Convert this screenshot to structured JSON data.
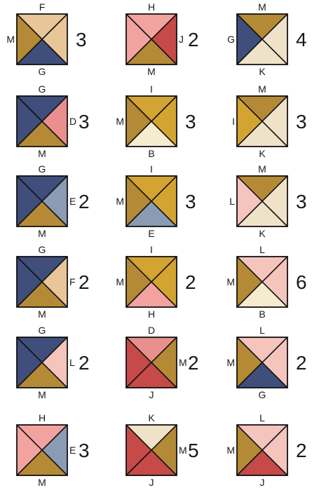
{
  "colors": {
    "M": "#b58a36",
    "G": "#3f4e7a",
    "F": "#e9c59a",
    "H": "#f2a3a0",
    "J": "#c54a48",
    "K": "#efe2c8",
    "I": "#d3a432",
    "D": "#e98f8e",
    "B": "#f5ecd0",
    "E": "#8a9bb3",
    "L": "#f4c4bd"
  },
  "blocks": [
    {
      "cells": {
        "top": "F",
        "left": "M",
        "right": "F",
        "bottom": "G"
      },
      "labels": {
        "top": "F",
        "left": "M",
        "bottom": "G"
      },
      "count": "3"
    },
    {
      "cells": {
        "top": "H",
        "left": "H",
        "right": "J",
        "bottom": "M"
      },
      "labels": {
        "top": "H",
        "right": "J",
        "bottom": "M"
      },
      "count": "2"
    },
    {
      "cells": {
        "top": "M",
        "left": "G",
        "right": "K",
        "bottom": "K"
      },
      "labels": {
        "top": "M",
        "left": "G",
        "bottom": "K"
      },
      "count": "4"
    },
    {
      "cells": {
        "top": "G",
        "left": "G",
        "right": "D",
        "bottom": "M"
      },
      "labels": {
        "top": "G",
        "right": "D",
        "bottom": "M"
      },
      "count": "3"
    },
    {
      "cells": {
        "top": "I",
        "left": "M",
        "right": "I",
        "bottom": "B"
      },
      "labels": {
        "top": "I",
        "left": "M",
        "bottom": "B"
      },
      "count": "3"
    },
    {
      "cells": {
        "top": "M",
        "left": "I",
        "right": "K",
        "bottom": "K"
      },
      "labels": {
        "top": "M",
        "left": "I",
        "bottom": "K"
      },
      "count": "3"
    },
    {
      "cells": {
        "top": "G",
        "left": "G",
        "right": "E",
        "bottom": "M"
      },
      "labels": {
        "top": "G",
        "right": "E",
        "bottom": "M"
      },
      "count": "2"
    },
    {
      "cells": {
        "top": "I",
        "left": "M",
        "right": "I",
        "bottom": "E"
      },
      "labels": {
        "top": "I",
        "left": "M",
        "bottom": "E"
      },
      "count": "3"
    },
    {
      "cells": {
        "top": "M",
        "left": "L",
        "right": "K",
        "bottom": "K"
      },
      "labels": {
        "top": "M",
        "left": "L",
        "bottom": "K"
      },
      "count": "3"
    },
    {
      "cells": {
        "top": "G",
        "left": "G",
        "right": "F",
        "bottom": "M"
      },
      "labels": {
        "top": "G",
        "right": "F",
        "bottom": "M"
      },
      "count": "2"
    },
    {
      "cells": {
        "top": "I",
        "left": "M",
        "right": "I",
        "bottom": "H"
      },
      "labels": {
        "top": "I",
        "left": "M",
        "bottom": "H"
      },
      "count": "2"
    },
    {
      "cells": {
        "top": "L",
        "left": "M",
        "right": "L",
        "bottom": "B"
      },
      "labels": {
        "top": "L",
        "left": "M",
        "bottom": "B"
      },
      "count": "6"
    },
    {
      "cells": {
        "top": "G",
        "left": "G",
        "right": "L",
        "bottom": "M"
      },
      "labels": {
        "top": "G",
        "right": "L",
        "bottom": "M"
      },
      "count": "2"
    },
    {
      "cells": {
        "top": "D",
        "left": "J",
        "right": "M",
        "bottom": "J"
      },
      "labels": {
        "top": "D",
        "right": "M",
        "bottom": "J"
      },
      "count": "2"
    },
    {
      "cells": {
        "top": "L",
        "left": "M",
        "right": "L",
        "bottom": "G"
      },
      "labels": {
        "top": "L",
        "left": "M",
        "bottom": "G"
      },
      "count": "2"
    },
    {
      "cells": {
        "top": "H",
        "left": "H",
        "right": "E",
        "bottom": "M"
      },
      "labels": {
        "top": "H",
        "right": "E",
        "bottom": "M"
      },
      "count": "3"
    },
    {
      "cells": {
        "top": "K",
        "left": "J",
        "right": "M",
        "bottom": "J"
      },
      "labels": {
        "top": "K",
        "right": "M",
        "bottom": "J"
      },
      "count": "5"
    },
    {
      "cells": {
        "top": "L",
        "left": "M",
        "right": "L",
        "bottom": "J"
      },
      "labels": {
        "top": "L",
        "left": "M",
        "bottom": "J"
      },
      "count": "2"
    }
  ]
}
